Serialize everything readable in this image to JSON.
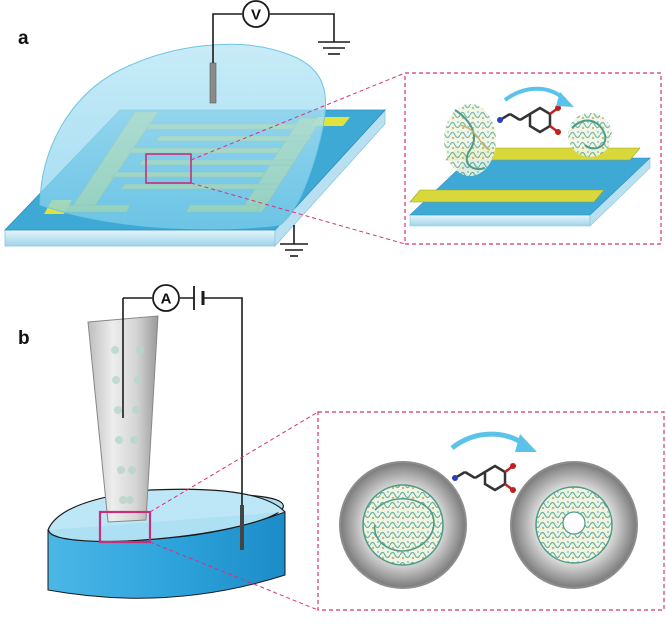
{
  "figure": {
    "panel_a": {
      "label": "a",
      "meter_symbol": "V"
    },
    "panel_b": {
      "label": "b",
      "meter_symbol": "A"
    }
  },
  "colors": {
    "water": "#9fdcf0",
    "substrate_top": "#3fa9d6",
    "substrate_side": "#cfe9f4",
    "electrode": "#d8d83a",
    "inset_border": "#d6327a",
    "zoom_box": "#c4307c",
    "wire": "#1a1a1a",
    "gray_ring": "#8c8c8c",
    "arrow": "#5bc3ea",
    "biomolecule": "#7fb8a0"
  },
  "icons": [
    "voltmeter-icon",
    "ammeter-icon",
    "battery-icon",
    "ground-icon",
    "dopamine-molecule-icon",
    "reaction-arrow-icon"
  ]
}
